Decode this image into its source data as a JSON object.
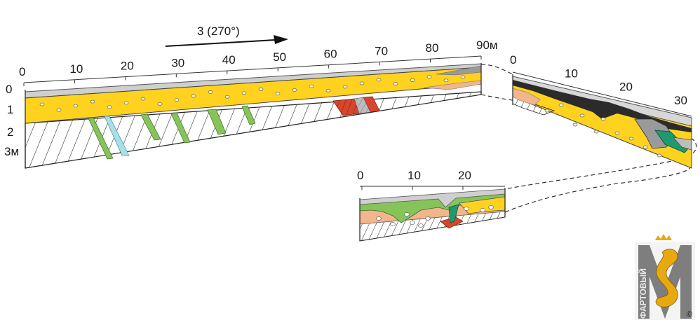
{
  "direction_label": "3 (270°)",
  "section_main": {
    "horizontal_ticks": [
      "0",
      "10",
      "20",
      "30",
      "40",
      "50",
      "60",
      "70",
      "80",
      "90м"
    ],
    "depth_ticks": [
      "0",
      "1",
      "2",
      "3м"
    ]
  },
  "section_right": {
    "horizontal_ticks": [
      "0",
      "10",
      "20",
      "30"
    ]
  },
  "section_bottom": {
    "horizontal_ticks": [
      "0",
      "10",
      "20"
    ]
  },
  "watermark": {
    "text": "ФАРТОВЫЙ",
    "mark": "©"
  },
  "colors": {
    "sand": "#ffd21f",
    "soil": "#c8c8c8",
    "green": "#86c45a",
    "cyan": "#a9dfe6",
    "red": "#d9452b",
    "salmon": "#f2b58c",
    "dark": "#2b2b2b",
    "gold": "#e7a90f"
  }
}
